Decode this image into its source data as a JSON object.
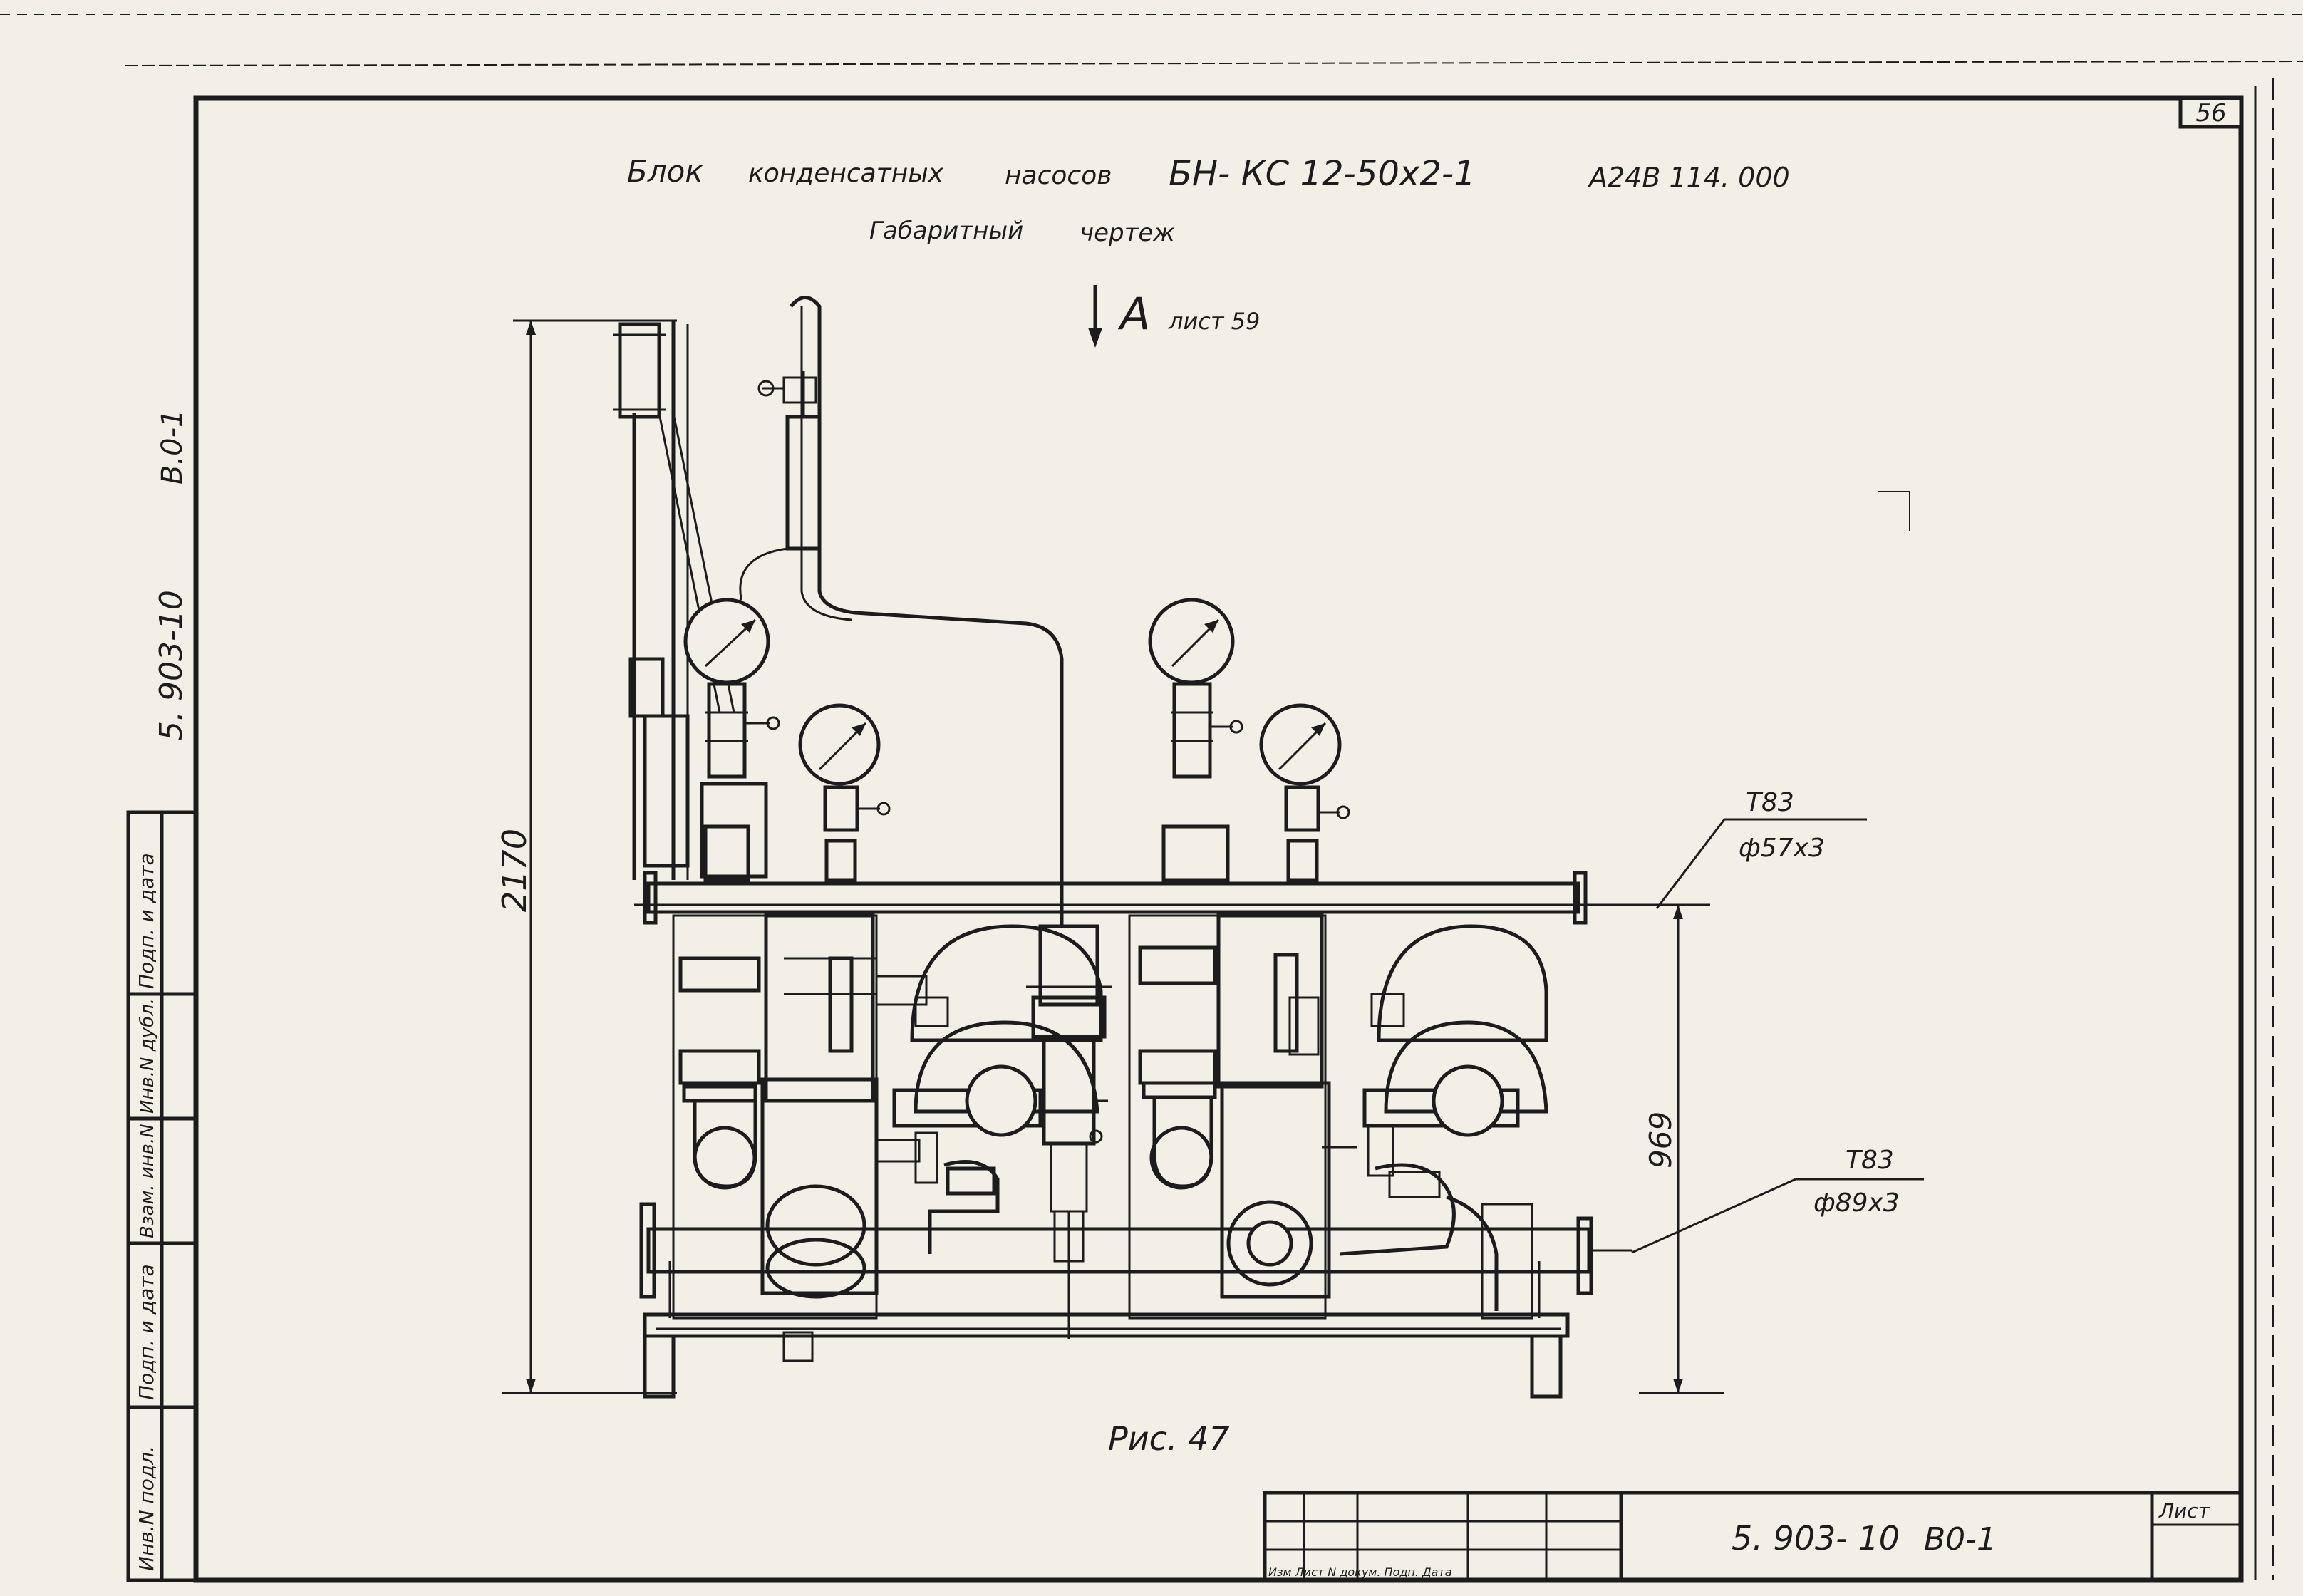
{
  "sheet_number": "56",
  "title": {
    "line1_a": "Блок",
    "line1_b": "конденсатных",
    "line1_c": "насосов",
    "line1_d": "БН- КС 12-50х2-1",
    "code": "А24В 114. 000",
    "line2_a": "Габаритный",
    "line2_b": "чертеж"
  },
  "view_marker": {
    "letter": "А",
    "ref": "лист 59"
  },
  "dimensions": {
    "overall_height": "2170",
    "pipe_axis_height": "969"
  },
  "callouts": [
    {
      "tag": "Т83",
      "spec": "ф57х3"
    },
    {
      "tag": "Т83",
      "spec": "ф89х3"
    }
  ],
  "figure_caption": "Рис. 47",
  "left_margin": {
    "doc_code": "5. 903-10",
    "variant": "В.0-1",
    "stamp_cells": [
      "Инв.N подл.",
      "Подп. и дата",
      "Взам. инв.N",
      "Инв.N дубл.",
      "Подп. и дата"
    ]
  },
  "title_block": {
    "doc": "5. 903- 10",
    "part": "В0-1",
    "sheet_label": "Лист",
    "footer_hint": "Изм Лист N докум. Подп. Дата"
  }
}
